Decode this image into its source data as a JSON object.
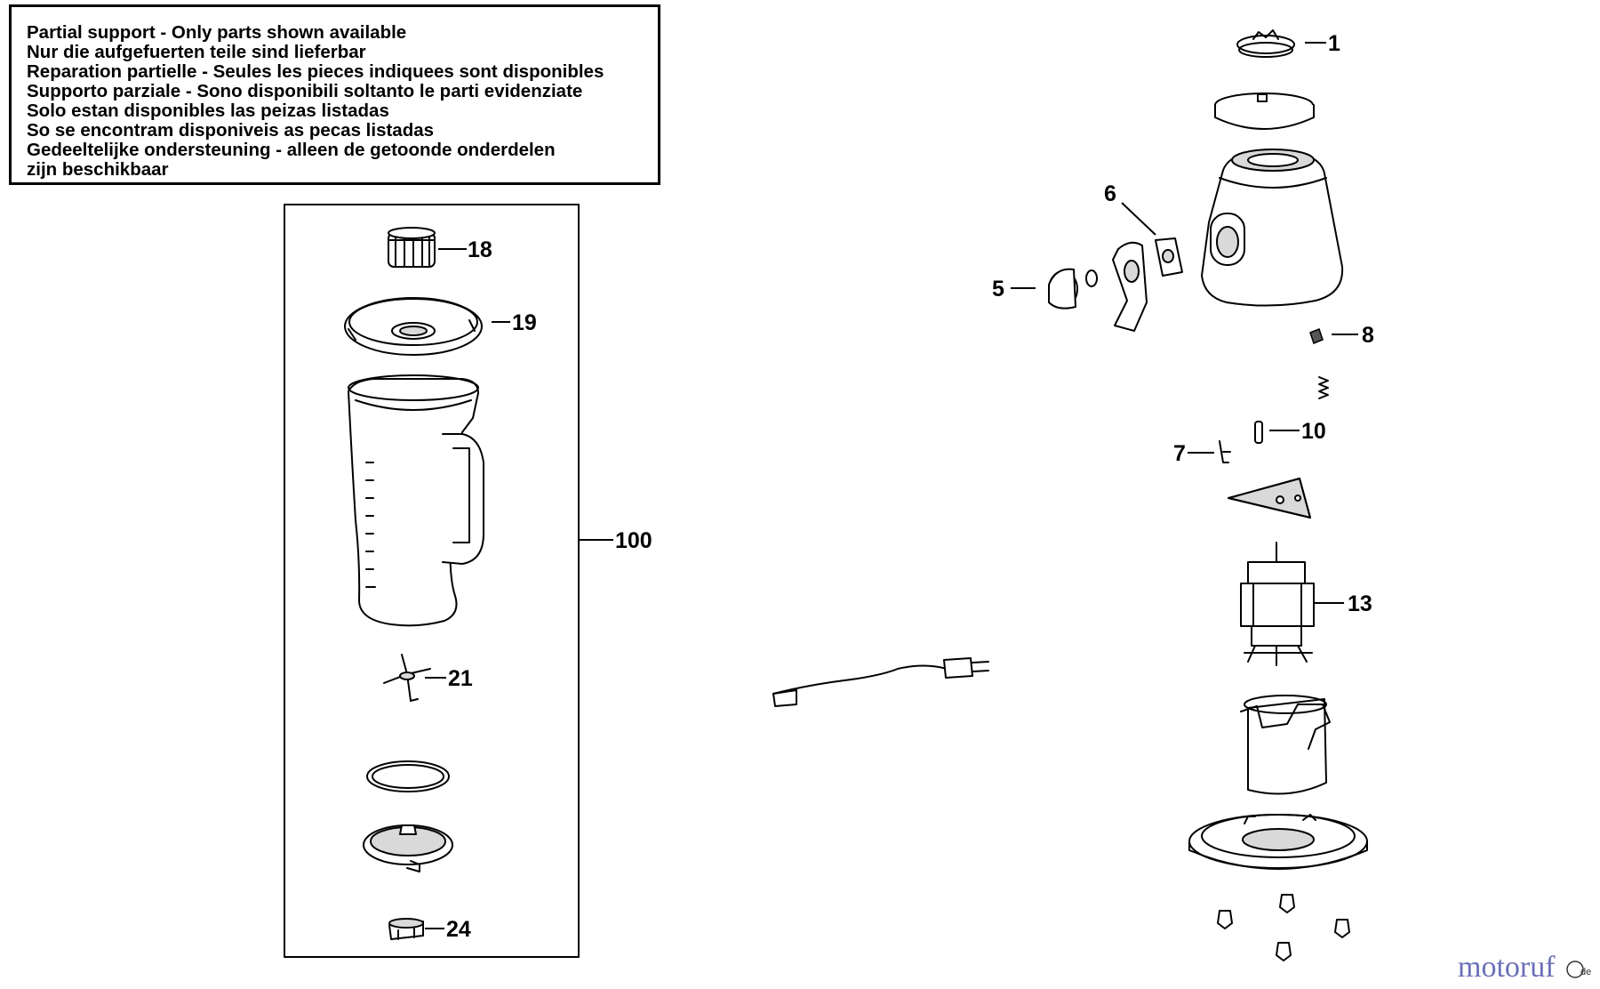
{
  "notice": {
    "lines": [
      "Partial support - Only parts shown available",
      "Nur die aufgefuerten teile sind lieferbar",
      "Reparation partielle - Seules les pieces indiquees sont disponibles",
      "Supporto parziale - Sono disponibili soltanto le parti evidenziate",
      "Solo estan disponibles las peizas listadas",
      "So se encontram disponiveis as pecas listadas",
      "Gedeeltelijke ondersteuning - alleen de getoonde onderdelen",
      "zijn beschikbaar"
    ]
  },
  "part_labels": {
    "p1": "1",
    "p5": "5",
    "p6": "6",
    "p7": "7",
    "p8": "8",
    "p10": "10",
    "p13": "13",
    "p18": "18",
    "p19": "19",
    "p21": "21",
    "p24": "24",
    "p100": "100"
  },
  "watermark": {
    "text": "motoruf",
    "suffix": "de"
  },
  "colors": {
    "line": "#000000",
    "background": "#ffffff",
    "panel_fill": "#d9d9d9"
  }
}
